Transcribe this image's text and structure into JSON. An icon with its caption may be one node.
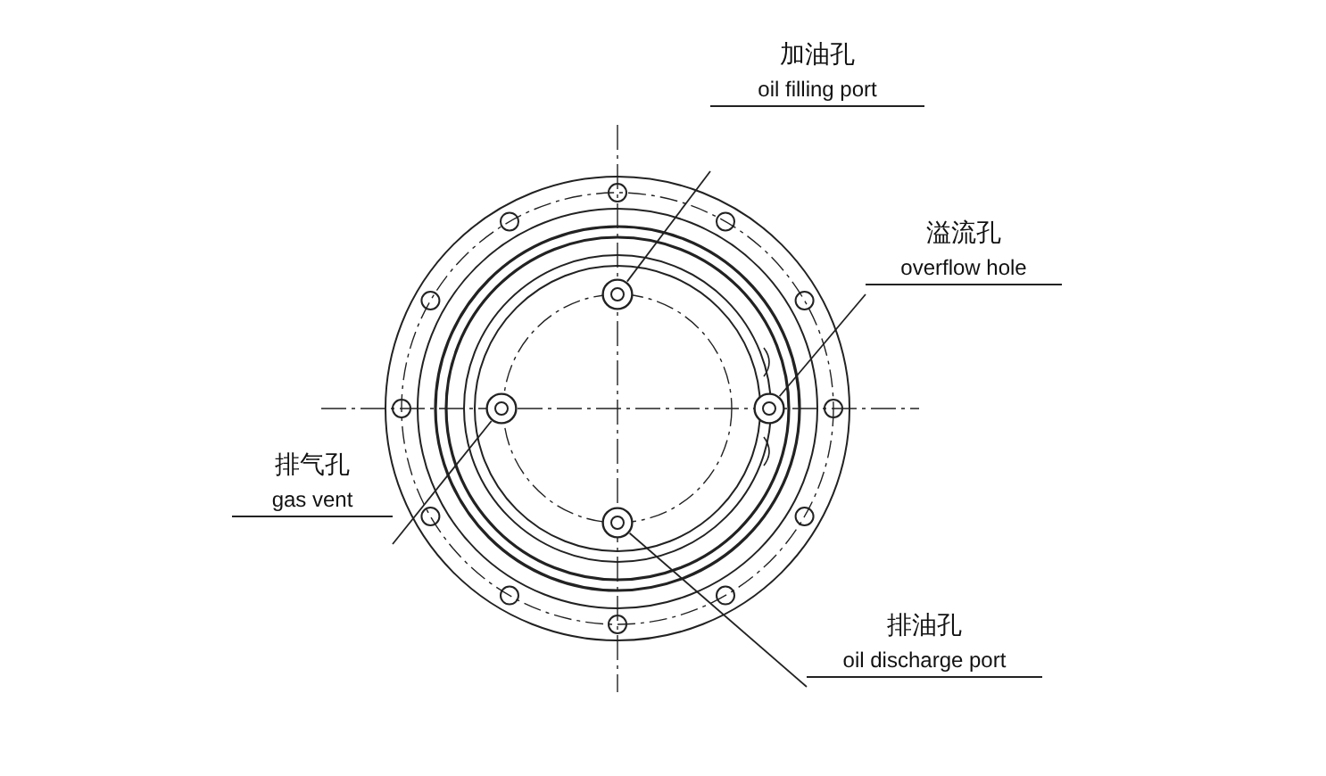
{
  "diagram": {
    "nodes": [
      {
        "text": [
          "加油孔",
          "oil filling port"
        ]
      },
      {
        "text": [],
        "shape": "circle"
      },
      {
        "text": [
          "溢流孔",
          "overflow hole"
        ]
      },
      {
        "text": [],
        "shape": "circle"
      },
      {
        "text": [
          "排气孔",
          "gas vent"
        ]
      },
      {
        "text": [],
        "shape": "circle"
      },
      {
        "text": [
          "排油孔",
          "oil discharge port"
        ]
      },
      {
        "text": [],
        "shape": "circle"
      }
    ],
    "edges": [
      {
        "from": 0,
        "to": 1,
        "arrow": "none"
      },
      {
        "from": 2,
        "to": 3,
        "arrow": "none"
      },
      {
        "from": 4,
        "to": 5,
        "arrow": "none"
      },
      {
        "from": 6,
        "to": 7,
        "arrow": "none"
      }
    ]
  }
}
